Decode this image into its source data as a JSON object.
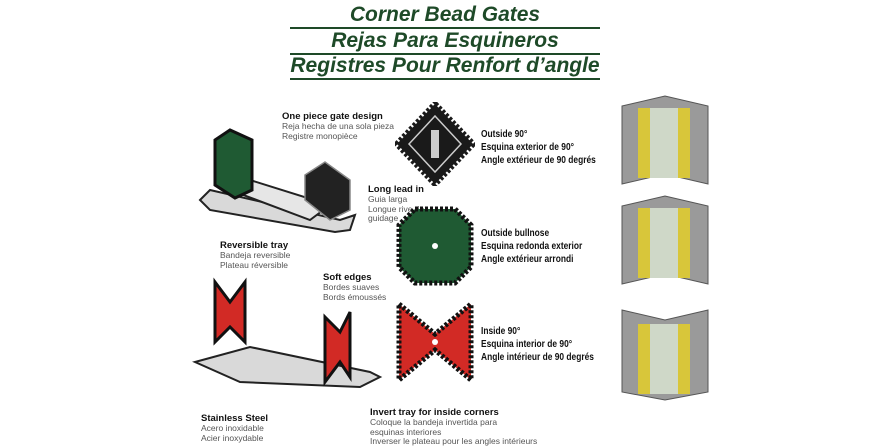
{
  "titles": [
    "Corner Bead Gates",
    "Rejas Para Esquineros",
    "Registres Pour Renfort d’angle"
  ],
  "callouts": {
    "one_piece": {
      "en": "One piece gate design",
      "es": "Reja hecha de una sola pieza",
      "fr": "Registre monopièce"
    },
    "long_lead": {
      "en": "Long lead in",
      "es": "Guia larga",
      "fr1": "Longue rive de",
      "fr2": "guidage"
    },
    "reversible": {
      "en": "Reversible tray",
      "es": "Bandeja reversible",
      "fr": "Plateau réversible"
    },
    "soft_edges": {
      "en": "Soft edges",
      "es": "Bordes suaves",
      "fr": "Bords émoussés"
    },
    "stainless": {
      "en": "Stainless Steel",
      "es": "Acero inoxidable",
      "fr": "Acier inoxydable"
    },
    "invert": {
      "en": "Invert tray for inside corners",
      "es1": "Coloque la bandeja invertida para",
      "es2": "esquinas interiores",
      "fr": "Inverser le plateau pour les angles intérieurs"
    }
  },
  "gate_types": [
    {
      "en": "Outside 90°",
      "es": "Esquina exterior de 90°",
      "fr": "Angle extérieur de 90 degrés",
      "color": "#1a1a1a"
    },
    {
      "en": "Outside bullnose",
      "es": "Esquina redonda exterior",
      "fr": "Angle extérieur arrondi",
      "color": "#1f5a33"
    },
    {
      "en": "Inside 90°",
      "es": "Esquina interior de 90°",
      "fr": "Angle intérieur de 90 degrés",
      "color": "#d22a25"
    }
  ],
  "colors": {
    "title": "#1e4a28",
    "tray": "#d9d9d9",
    "compound": "#d8c63a"
  }
}
